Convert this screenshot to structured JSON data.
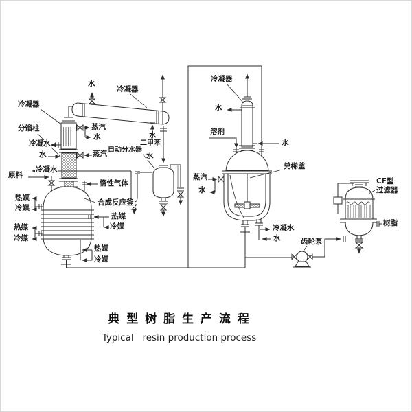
{
  "title": {
    "zh": "典 型 树 脂 生 产 流 程",
    "en": "Typical   resin production process"
  },
  "labels": {
    "water": "水",
    "steam": "蒸汽",
    "condensate_water": "冷凝水",
    "condenser": "冷凝器",
    "fractionating_column": "分馏柱",
    "raw_material": "原料",
    "inert_gas": "惰性气体",
    "synthesis_reactor": "合成反应釜",
    "heat_medium": "热媒",
    "cold_medium": "冷媒",
    "xylene": "二甲苯",
    "auto_water_separator": "自动分水器",
    "solvent": "溶剂",
    "dilution_kettle": "兑稀釜",
    "gear_pump": "齿轮泵",
    "cf_filter_line1": "CF型",
    "cf_filter_line2": "过滤器",
    "resin": "树脂"
  },
  "colors": {
    "line": "#2b2b2b",
    "background": "#ffffff"
  }
}
